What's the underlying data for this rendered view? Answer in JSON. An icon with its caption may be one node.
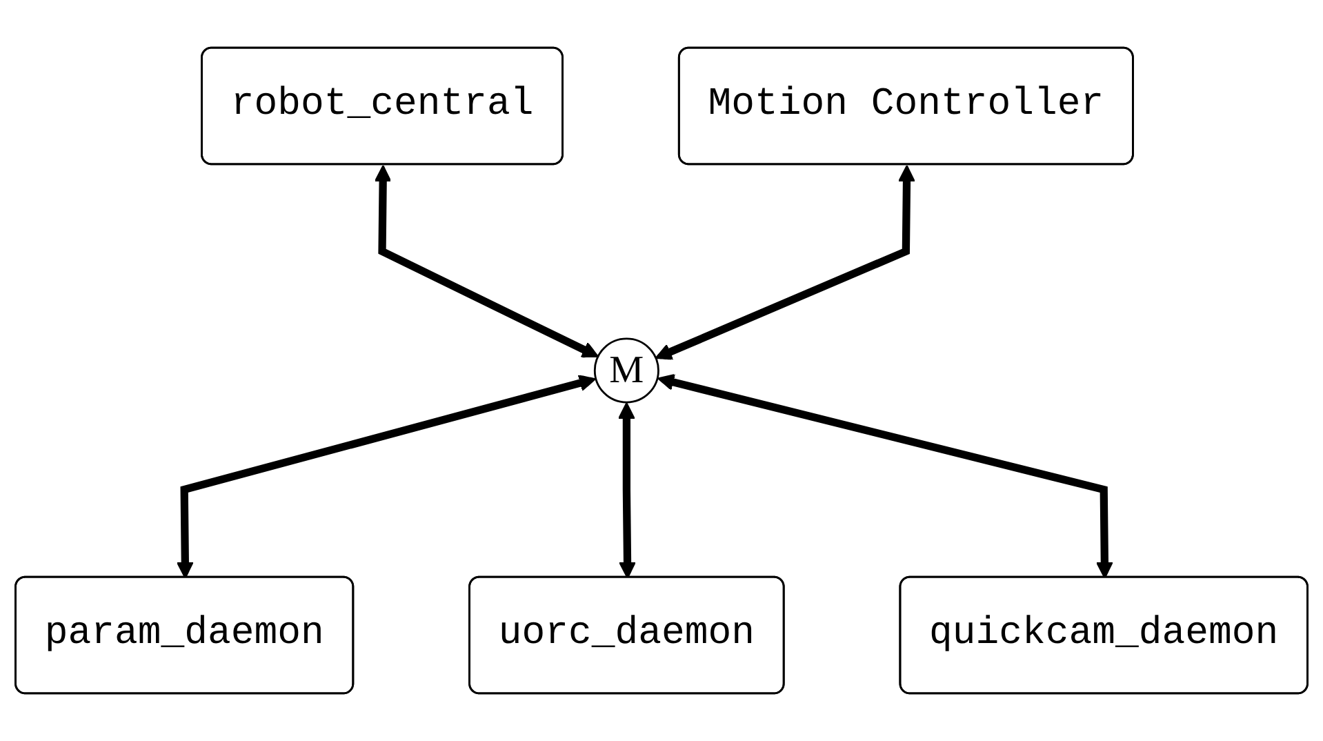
{
  "diagram": {
    "nodes": [
      {
        "text": [
          "robot_central"
        ]
      },
      {
        "text": [
          "Motion Controller"
        ]
      },
      {
        "text": [
          "M"
        ]
      },
      {
        "text": [
          "param_daemon"
        ]
      },
      {
        "text": [
          "uorc_daemon"
        ]
      },
      {
        "text": [
          "quickcam_daemon"
        ]
      }
    ],
    "edges": [
      {
        "from": 0,
        "to": 2,
        "arrow": "both"
      },
      {
        "from": 1,
        "to": 2,
        "arrow": "both"
      },
      {
        "from": 2,
        "to": 3,
        "arrow": "both"
      },
      {
        "from": 2,
        "to": 4,
        "arrow": "both"
      },
      {
        "from": 2,
        "to": 5,
        "arrow": "both"
      }
    ]
  }
}
